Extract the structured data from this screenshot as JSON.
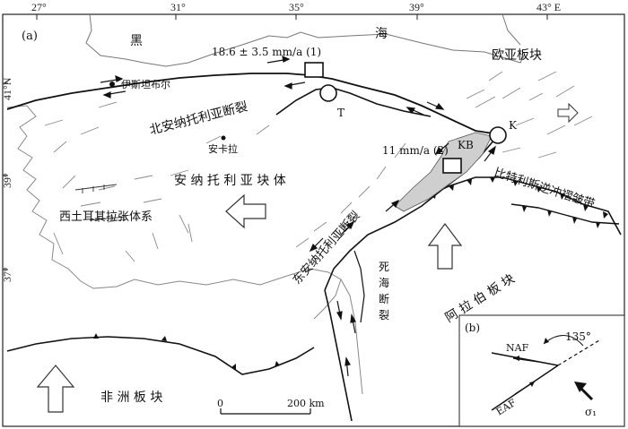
{
  "panel_a_label": "(a)",
  "panel_b_label": "(b)",
  "ticks": {
    "top": [
      "27°",
      "31°",
      "35°",
      "39°",
      "43° E"
    ],
    "left": [
      "41°N",
      "39°",
      "37°"
    ]
  },
  "seas": {
    "black_sea_char1": "黑",
    "black_sea_char2": "海"
  },
  "plates": {
    "eurasian": "欧亚板块",
    "arabian": "阿 拉 伯 板 块",
    "african": "非 洲 板 块",
    "anatolian": "安 纳 托 利 亚 块 体"
  },
  "faults": {
    "naf": "北安纳托利亚断裂",
    "eaf": "东安纳托利亚断裂",
    "dsf": [
      "死",
      "海",
      "断",
      "裂"
    ],
    "bitlis": "比特利斯逆冲褶皱带",
    "west_turkey": "西土耳其拉张体系"
  },
  "cities": {
    "istanbul": "伊斯坦布尔",
    "ankara": "安卡拉"
  },
  "rates": {
    "rate1": "18.6 ± 3.5 mm/a (1)",
    "rate2": "11 mm/a (2)"
  },
  "markers": {
    "t": "T",
    "k": "K",
    "kb": "KB"
  },
  "scale": {
    "zero": "0",
    "end": "200 km"
  },
  "inset": {
    "angle": "135°",
    "naf": "NAF",
    "eaf": "EAF",
    "sigma": "σ₁"
  }
}
